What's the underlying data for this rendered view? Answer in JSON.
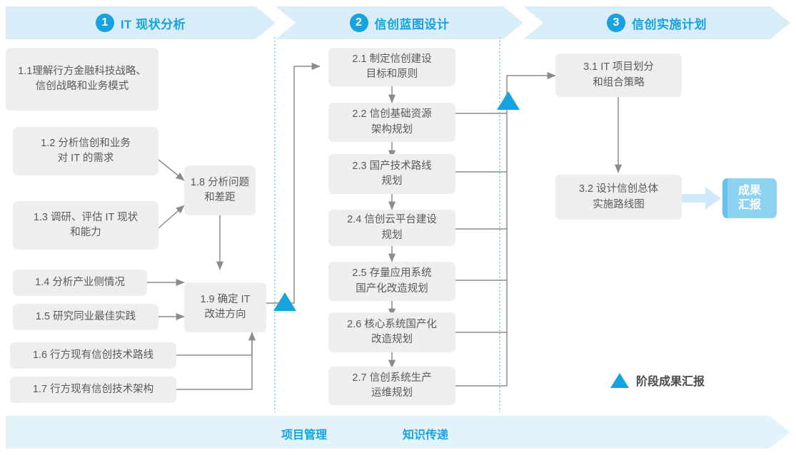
{
  "phases": [
    {
      "num": "1",
      "label": "IT 现状分析"
    },
    {
      "num": "2",
      "label": "信创蓝图设计"
    },
    {
      "num": "3",
      "label": "信创实施计划"
    }
  ],
  "nodes": {
    "n11": "1.1理解行方金融科技战略、\n信创战略和业务模式",
    "n12": "1.2 分析信创和业务\n对 IT 的需求",
    "n13": "1.3 调研、评估 IT 现状\n和能力",
    "n14": "1.4 分析产业侧情况",
    "n15": "1.5 研究同业最佳实践",
    "n16": "1.6 行方现有信创技术路线",
    "n17": "1.7 行方现有信创技术架构",
    "n18": "1.8 分析问题\n和差距",
    "n19": "1.9 确定 IT\n改进方向",
    "n21": "2.1 制定信创建设\n目标和原则",
    "n22": "2.2 信创基础资源\n架构规划",
    "n23": "2.3 国产技术路线\n规划",
    "n24": "2.4 信创云平台建设\n规划",
    "n25": "2.5 存量应用系统\n国产化改造规划",
    "n26": "2.6 核心系统国产化\n改造规划",
    "n27": "2.7 信创系统生产\n运维规划",
    "n31": "3.1 IT 项目划分\n和组合策略",
    "n32": "3.2 设计信创总体\n实施路线图"
  },
  "result_badge": "成果\n汇报",
  "legend": {
    "label": "阶段成果汇报"
  },
  "bottom_labels": [
    "项目管理",
    "知识传递"
  ],
  "colors": {
    "accent": "#16a3e0",
    "header_band": "#d9edf9",
    "bottom_band": "#e3f3fb",
    "node_fill": "#eeeeee",
    "node_text": "#5a5a5a",
    "wire": "#8c8c8c",
    "badge": "#8ed2f2",
    "badge_edge": "#63c3ef",
    "divider": "#6ec6e8"
  }
}
